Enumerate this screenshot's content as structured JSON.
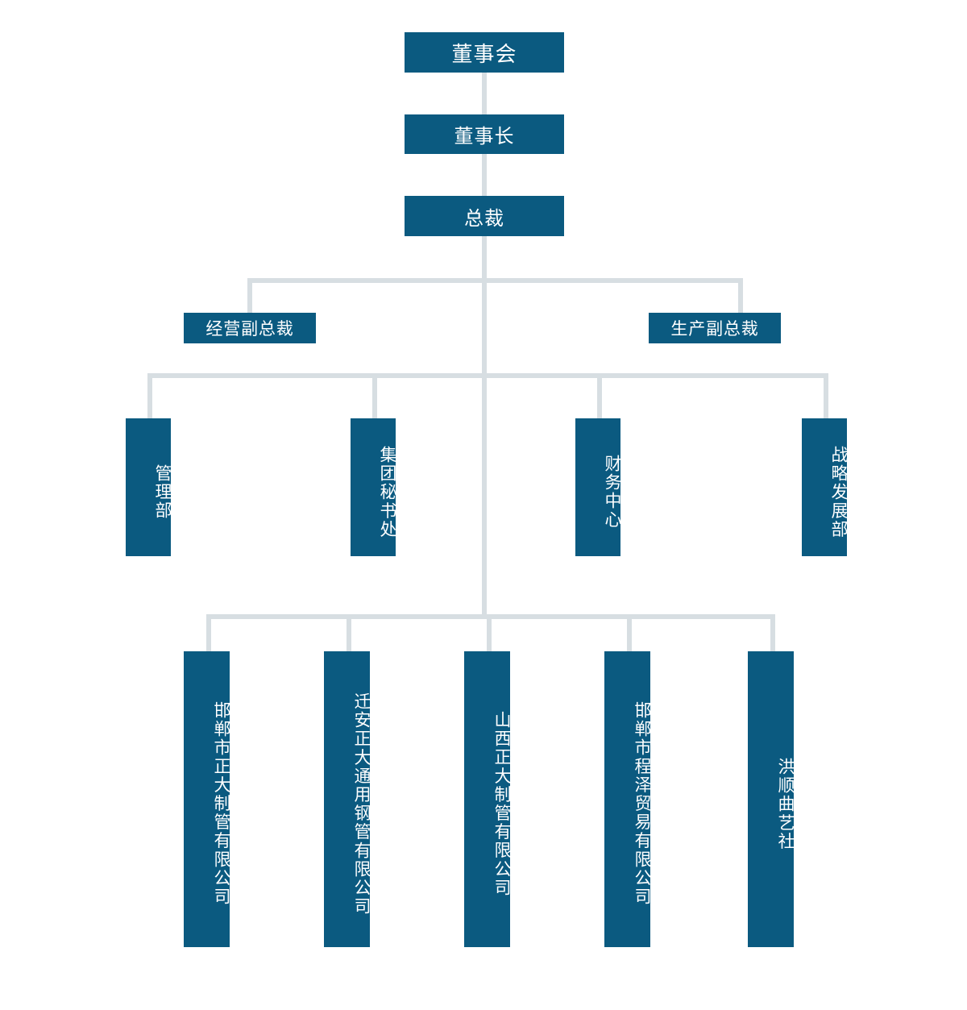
{
  "chart_data": {
    "type": "diagram",
    "title": "组织结构图",
    "orientation": "top-down",
    "box_color": "#0b5a80",
    "line_color": "#d7dee2",
    "text_color": "#ffffff",
    "levels": [
      {
        "name": "board",
        "labels": [
          "董事会"
        ]
      },
      {
        "name": "chairman",
        "labels": [
          "董事长"
        ]
      },
      {
        "name": "president",
        "labels": [
          "总裁"
        ]
      },
      {
        "name": "vice-presidents",
        "labels": [
          "经营副总裁",
          "生产副总裁"
        ]
      },
      {
        "name": "departments",
        "labels": [
          "管理部",
          "集团秘书处",
          "财务中心",
          "战略发展部"
        ]
      },
      {
        "name": "subsidiaries",
        "labels": [
          "邯郸市正大制管有限公司",
          "迁安正大通用钢管有限公司",
          "山西正大制管有限公司",
          "邯郸市程泽贸易有限公司",
          "洪顺曲艺社"
        ]
      }
    ]
  },
  "nodes": {
    "board": "董事会",
    "chairman": "董事长",
    "president": "总裁",
    "vp_operations": "经营副总裁",
    "vp_production": "生产副总裁",
    "dept_management": "管理部",
    "dept_group_secretariat": "集团秘书处",
    "dept_finance_center": "财务中心",
    "dept_strategy_development": "战略发展部",
    "sub_handan_zhengda": "邯郸市正大制管有限公司",
    "sub_qianan_zhengda": "迁安正大通用钢管有限公司",
    "sub_shanxi_zhengda": "山西正大制管有限公司",
    "sub_handan_chengze": "邯郸市程泽贸易有限公司",
    "sub_hongshun": "洪顺曲艺社"
  }
}
